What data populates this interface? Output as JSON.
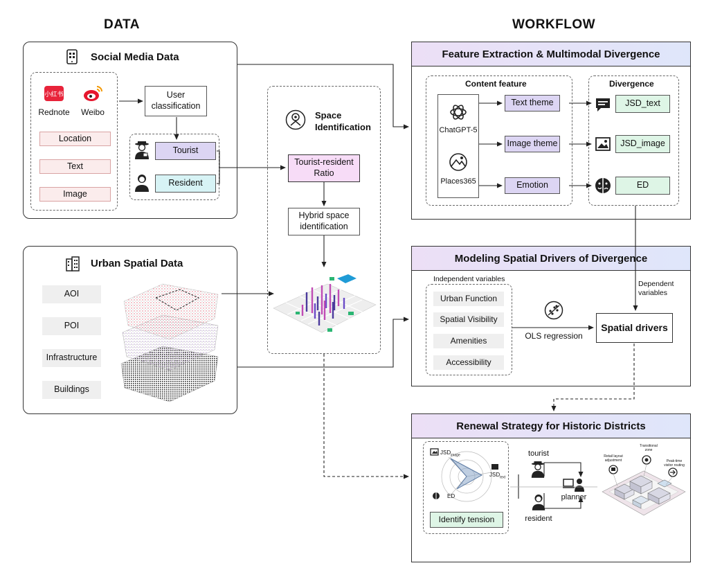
{
  "headers": {
    "data": "DATA",
    "workflow": "WORKFLOW"
  },
  "social": {
    "title": "Social Media Data",
    "platforms": [
      "Rednote",
      "Weibo"
    ],
    "rednote_logo_text": "小红书",
    "items": [
      "Location",
      "Text",
      "Image"
    ],
    "user_classification": "User classification",
    "user_types": [
      "Tourist",
      "Resident"
    ]
  },
  "urban": {
    "title": "Urban Spatial Data",
    "items": [
      "AOI",
      "POI",
      "Infrastructure",
      "Buildings"
    ]
  },
  "space": {
    "title": "Space Identification",
    "ratio": "Tourist-resident Ratio",
    "hybrid": "Hybrid space identification"
  },
  "feature": {
    "title": "Feature Extraction & Multimodal Divergence",
    "content_feature": "Content feature",
    "models": [
      "ChatGPT-5",
      "Places365"
    ],
    "features": [
      "Text theme",
      "Image theme",
      "Emotion"
    ],
    "divergence": "Divergence",
    "metrics": [
      "JSD_text",
      "JSD_image",
      "ED"
    ]
  },
  "modeling": {
    "title": "Modeling Spatial Drivers of Divergence",
    "independent": "Independent variables",
    "variables": [
      "Urban Function",
      "Spatial Visibility",
      "Amenities",
      "Accessibility"
    ],
    "method": "OLS regression",
    "dependent": "Dependent variables",
    "result": "Spatial drivers"
  },
  "renewal": {
    "title": "Renewal Strategy for Historic Districts",
    "radar_labels": {
      "jsd_image": "JSD",
      "jsd_image_sub": "image",
      "jsd_text": "JSD",
      "jsd_text_sub": "text",
      "ed": "ED"
    },
    "identify": "Identify tension",
    "actors": [
      "tourist",
      "planner",
      "resident"
    ],
    "annotations": [
      "Retail layout adjustment",
      "Transitional zone",
      "Peak-time visitor routing"
    ]
  },
  "colors": {
    "lavender": "#dcd5f3",
    "cyan": "#d7f3f5",
    "mint": "#def5e6",
    "magenta": "#f7dcf7",
    "pink": "#fbecec"
  }
}
